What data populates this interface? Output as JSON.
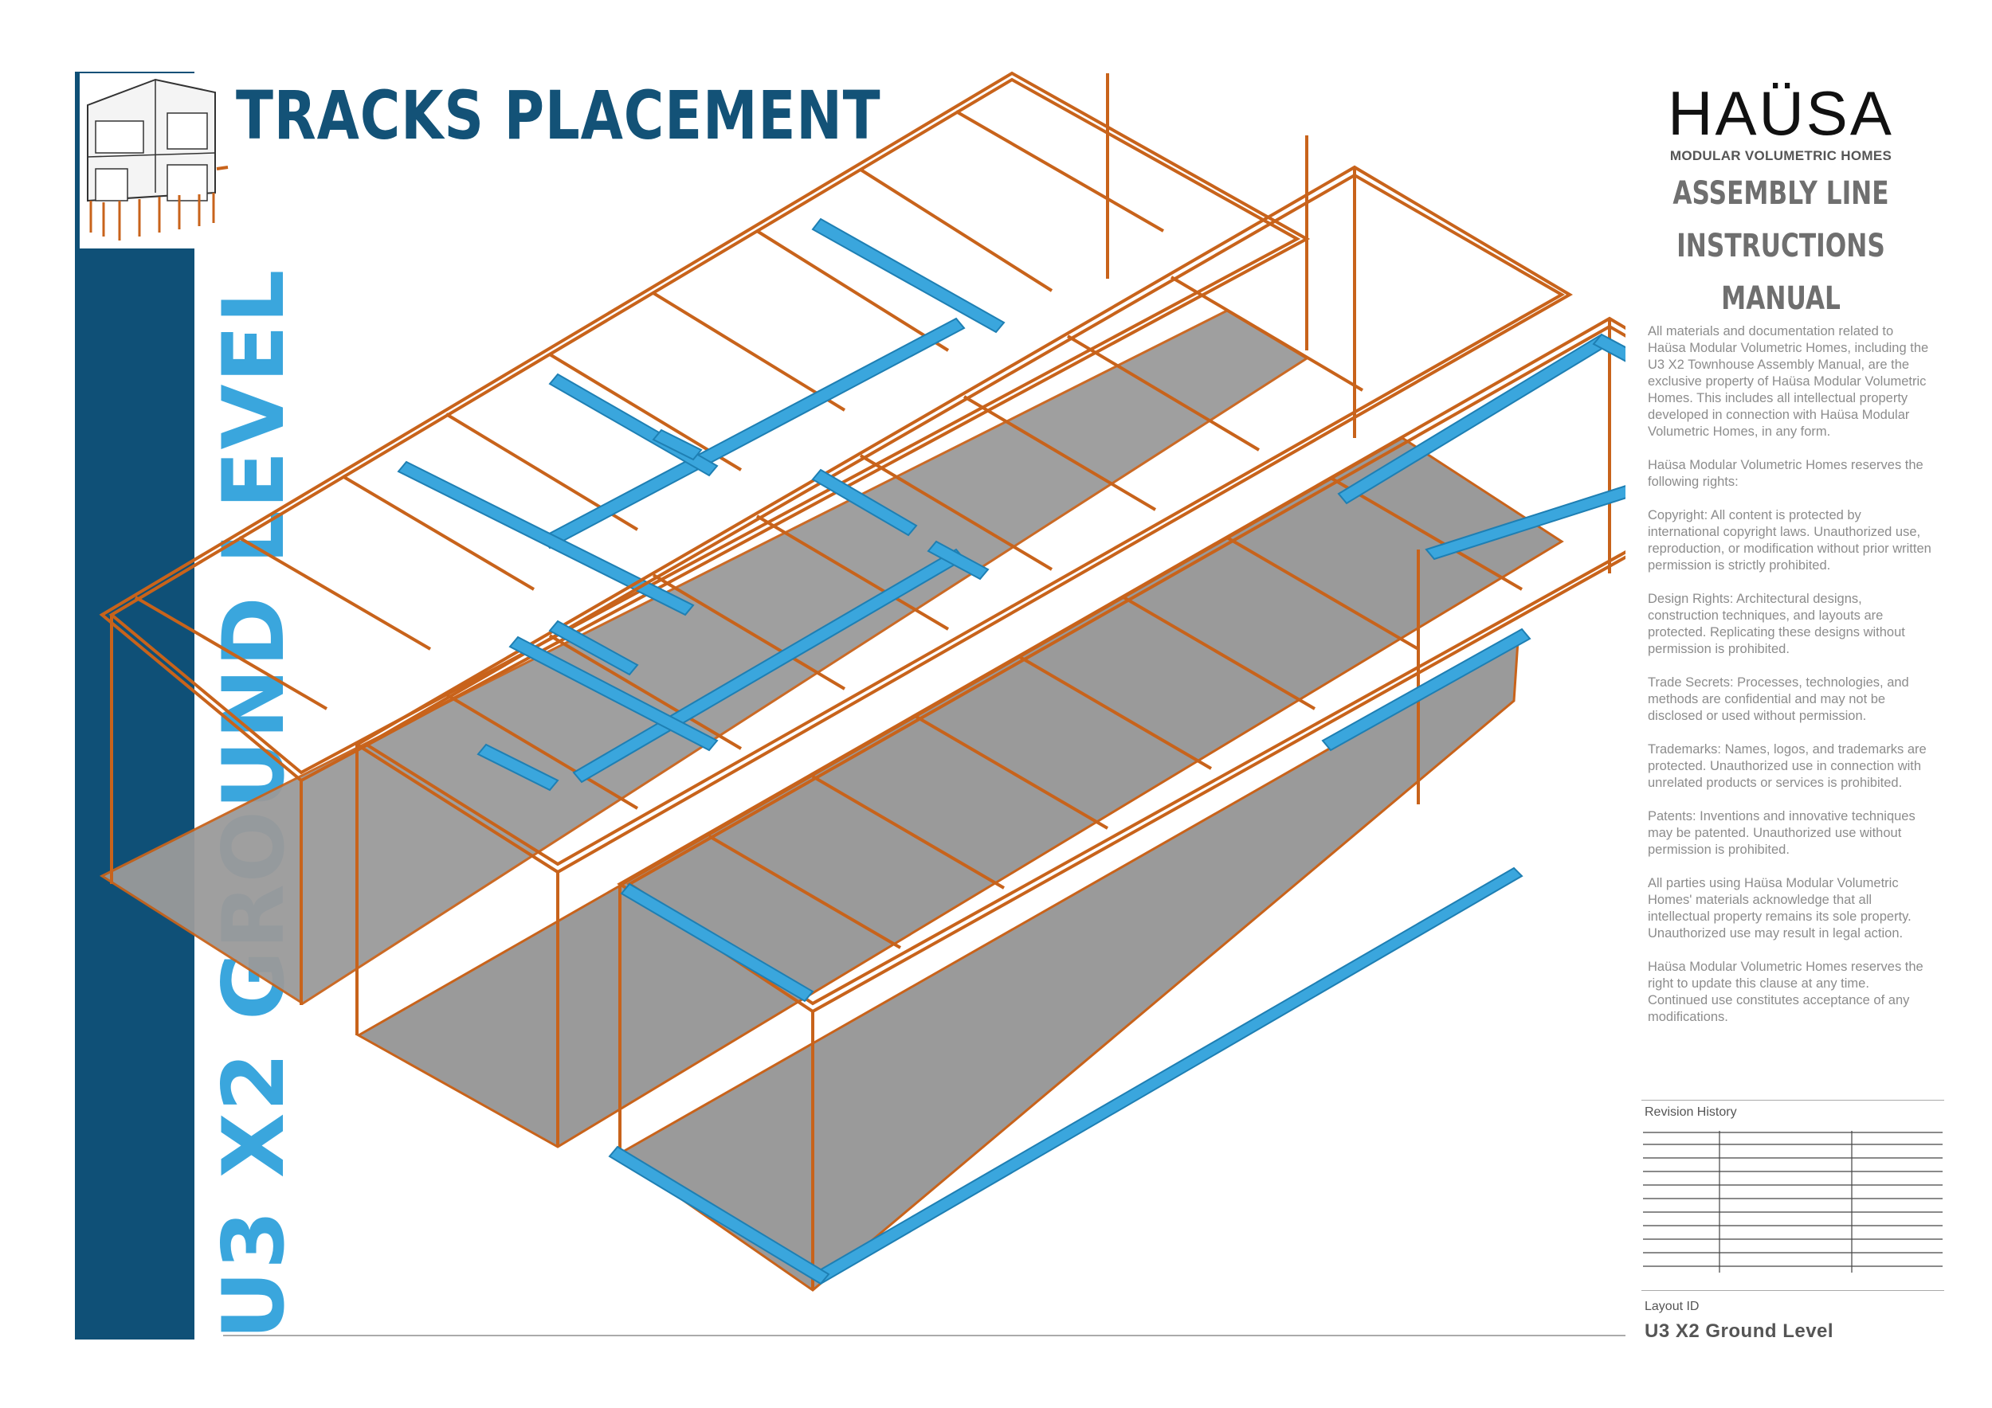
{
  "header": {
    "title": "TRACKS PLACEMENT",
    "side_title": "U3 X2 GROUND LEVEL"
  },
  "brand": {
    "logo": "HAÜSA",
    "subtitle": "MODULAR VOLUMETRIC HOMES",
    "manual_lines": [
      "ASSEMBLY LINE",
      "INSTRUCTIONS",
      "MANUAL"
    ]
  },
  "legal": {
    "paragraphs": [
      "All materials and documentation related to Haüsa Modular Volumetric Homes, including the U3 X2 Townhouse Assembly Manual, are the exclusive property of Haüsa Modular Volumetric Homes. This includes all intellectual property developed in connection with Haüsa Modular Volumetric Homes, in any form.",
      "Haüsa Modular Volumetric Homes reserves the following rights:",
      "Copyright: All content is protected by international copyright laws. Unauthorized use, reproduction, or modification without prior written permission is strictly prohibited.",
      "Design Rights: Architectural designs, construction techniques, and layouts are protected. Replicating these designs without permission is prohibited.",
      "Trade Secrets: Processes, technologies, and methods are confidential and may not be disclosed or used without permission.",
      "Trademarks: Names, logos, and trademarks are protected. Unauthorized use in connection with unrelated products or services is prohibited.",
      "Patents: Inventions and innovative techniques may be patented. Unauthorized use without permission is prohibited.",
      "All parties using Haüsa Modular Volumetric Homes' materials acknowledge that all intellectual property remains its sole property. Unauthorized use may result in legal action.",
      "Haüsa Modular Volumetric Homes reserves the right to update this clause at any time. Continued use constitutes acceptance of any modifications."
    ]
  },
  "revision": {
    "label": "Revision History"
  },
  "layout": {
    "label": "Layout ID",
    "value": "U3 X2 Ground Level"
  },
  "colors": {
    "band": "#0f5077",
    "band_text": "#3aa6dd",
    "title": "#135277",
    "timber": "#c8631b",
    "track": "#3aa6dd",
    "floor": "#9a9a9a"
  }
}
